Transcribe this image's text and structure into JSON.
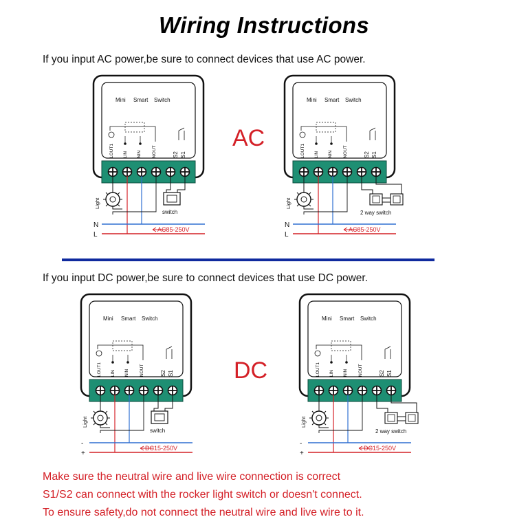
{
  "title": "Wiring Instructions",
  "intro_ac": "If you input AC power,be sure to connect devices that use AC power.",
  "intro_dc": "If you input DC power,be sure to connect devices that use DC power.",
  "label_ac": "AC",
  "label_dc": "DC",
  "device": {
    "name_mini": "Mini",
    "name_smart": "Smart",
    "name_switch": "Switch",
    "pin_lout": "LOUT1",
    "pin_lin": "LIN",
    "pin_nin": "NIN",
    "pin_nout": "NOUT",
    "pin_s2": "S2",
    "pin_s1": "S1"
  },
  "light_label": "Light",
  "switch_label": "switch",
  "two_way_label": "2 way switch",
  "ac_lines": {
    "top": "N",
    "bottom": "L",
    "voltage": "AC85-250V"
  },
  "dc_lines": {
    "top": "-",
    "bottom": "+",
    "voltage": "DC15-250V"
  },
  "warnings": [
    "Make sure the neutral wire and live wire connection is correct",
    "S1/S2 can connect with the rocker light switch or doesn't connect.",
    "To ensure safety,do not connect the neutral wire and live wire to it."
  ],
  "colors": {
    "terminal_block": "#1e8f73",
    "divider": "#0f2a9e",
    "warning_red": "#d42027",
    "neutral_wire": "#2f6fd1",
    "live_wire": "#d42027"
  }
}
